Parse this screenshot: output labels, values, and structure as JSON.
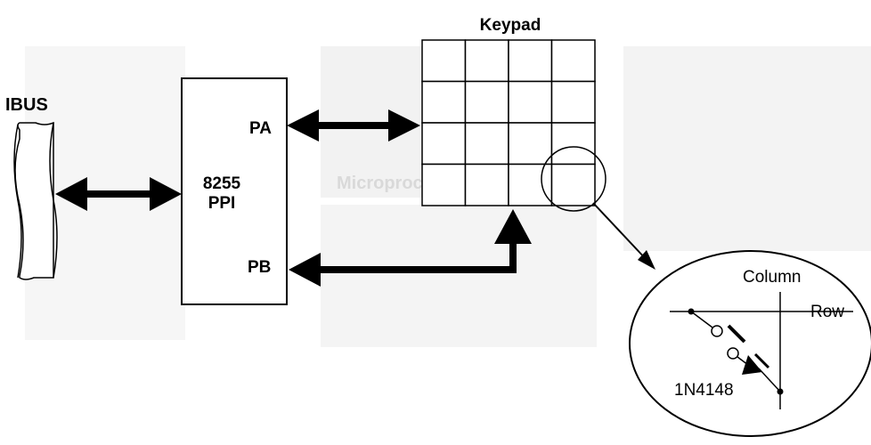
{
  "diagram": {
    "bus_label": "IBUS",
    "ppi_label_line1": "8255",
    "ppi_label_line2": "PPI",
    "port_a_label": "PA",
    "port_b_label": "PB",
    "keypad_label": "Keypad",
    "column_label": "Column",
    "row_label": "Row",
    "diode_label": "1N4148",
    "keypad_grid": {
      "rows": 4,
      "columns": 4
    }
  },
  "background_text": {
    "heading": "Microprocessor Bus"
  }
}
